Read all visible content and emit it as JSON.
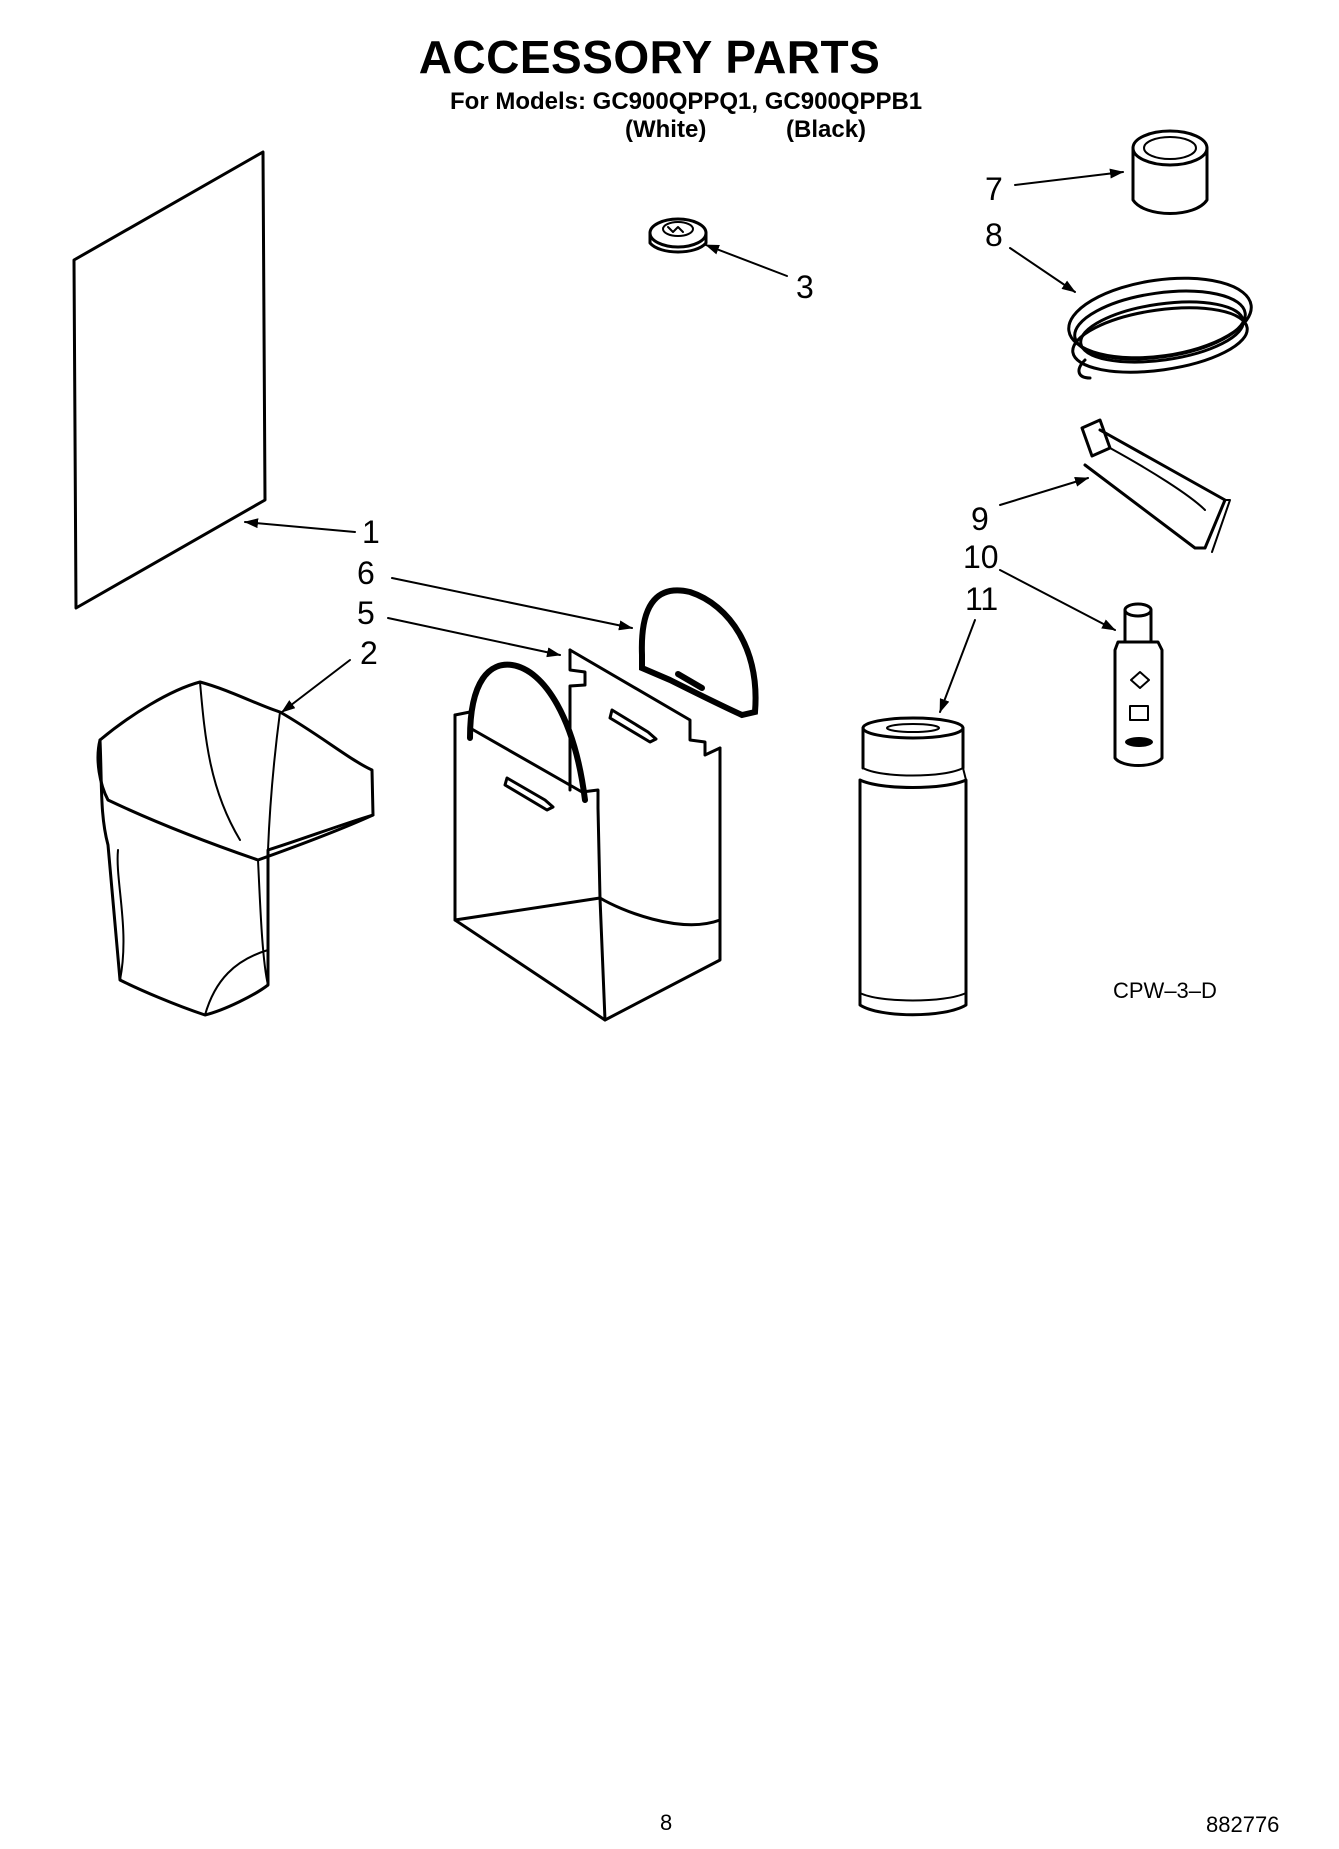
{
  "header": {
    "title": "ACCESSORY PARTS",
    "models_line": "For Models: GC900QPPQ1, GC900QPPB1",
    "variant_white": "(White)",
    "variant_black": "(Black)"
  },
  "callouts": [
    "1",
    "2",
    "3",
    "5",
    "6",
    "7",
    "8",
    "9",
    "10",
    "11"
  ],
  "figure_code": "CPW–3–D",
  "footer": {
    "page_number": "8",
    "document_number": "882776"
  }
}
